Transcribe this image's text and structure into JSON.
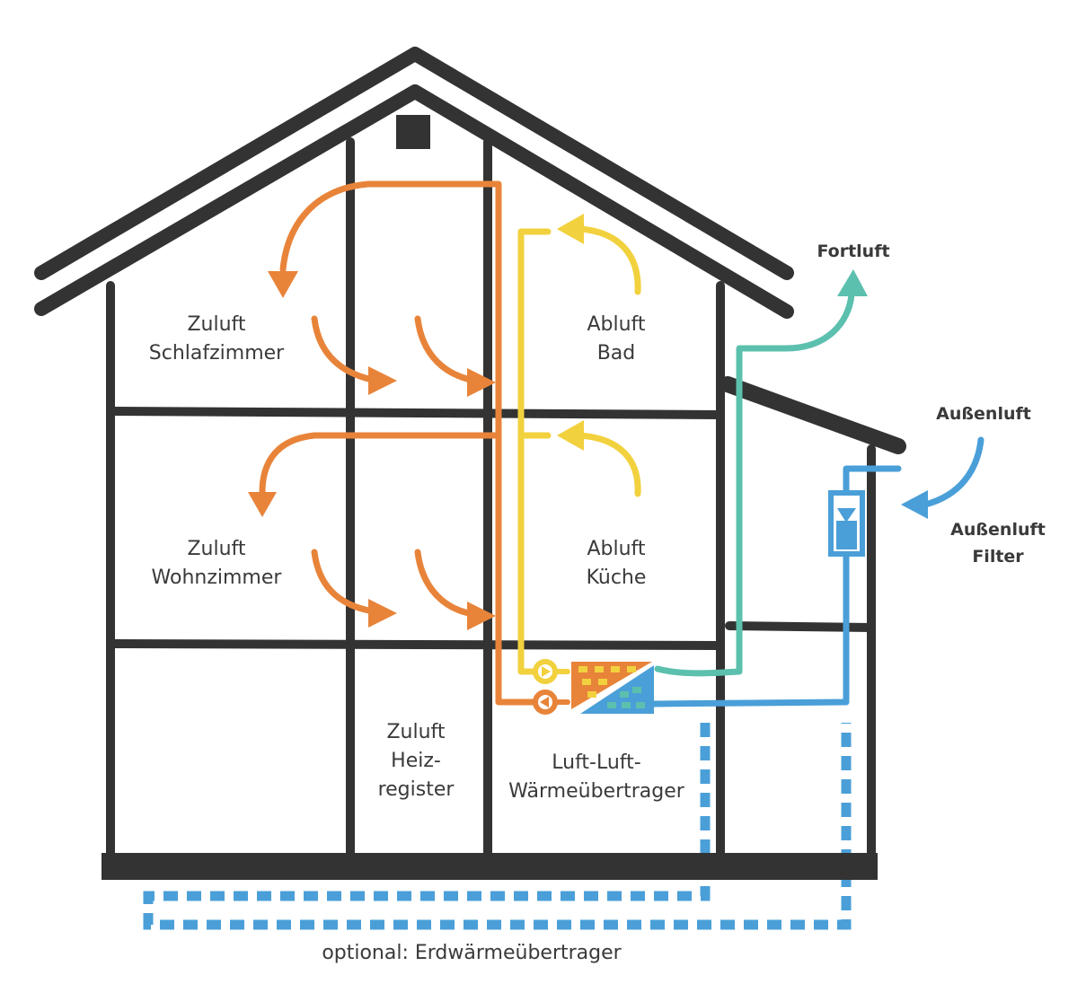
{
  "colors": {
    "structure": "#333333",
    "supply": "#E8843A",
    "exhaust": "#F2D13E",
    "outgoing": "#5CC0AE",
    "outside": "#4A9FD8"
  },
  "labels": {
    "zuluft_schlafzimmer": [
      "Zuluft",
      "Schlafzimmer"
    ],
    "abluft_bad": [
      "Abluft",
      "Bad"
    ],
    "zuluft_wohnzimmer": [
      "Zuluft",
      "Wohnzimmer"
    ],
    "abluft_kueche": [
      "Abluft",
      "Küche"
    ],
    "zuluft_heizregister": [
      "Zuluft",
      "Heiz-",
      "register"
    ],
    "waermeuebertrager": [
      "Luft-Luft-",
      "Wärmeübertrager"
    ],
    "fortluft": "Fortluft",
    "aussenluft": "Außenluft",
    "aussenluft_filter": [
      "Außenluft",
      "Filter"
    ],
    "erdwaerme": "optional: Erdwärmeübertrager"
  }
}
